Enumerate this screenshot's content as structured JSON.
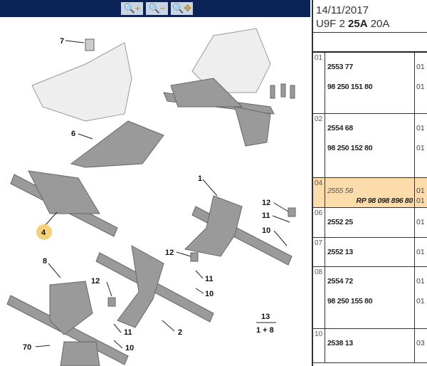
{
  "toolbar": {
    "buttons": [
      {
        "name": "zoom-in",
        "icon": "magnifier-plus-icon"
      },
      {
        "name": "zoom-out",
        "icon": "magnifier-minus-icon"
      },
      {
        "name": "zoom-pan",
        "icon": "magnifier-move-icon"
      }
    ]
  },
  "header": {
    "date": "14/11/2017",
    "model_prefix": "U9F 2 ",
    "model_bold": "25A",
    "model_suffix": " 20A"
  },
  "diagram": {
    "callouts": [
      "7",
      "6",
      "4",
      "1",
      "12",
      "11",
      "10",
      "8",
      "12",
      "11",
      "10",
      "2",
      "12",
      "11",
      "10",
      "70"
    ],
    "note_top": "13",
    "note_bottom": "1 + 8",
    "highlight_color": "#f5d27a"
  },
  "parts": [
    {
      "index": "01",
      "lines": [
        {
          "ref": "2553 77",
          "qty": "01"
        },
        {
          "ref": "98 250 151 80",
          "qty": "01"
        }
      ]
    },
    {
      "index": "02",
      "lines": [
        {
          "ref": "2554 68",
          "qty": "01"
        },
        {
          "ref": "98 250 152 80",
          "qty": "01"
        }
      ]
    },
    {
      "index": "04",
      "highlighted": true,
      "lines": [
        {
          "ref": "2555 58",
          "qty": "01"
        },
        {
          "ref": "RP 98 098 896 80",
          "qty": "01"
        }
      ]
    },
    {
      "index": "06",
      "lines": [
        {
          "ref": "2552 25",
          "qty": "01"
        }
      ]
    },
    {
      "index": "07",
      "lines": [
        {
          "ref": "2552 13",
          "qty": "01"
        }
      ]
    },
    {
      "index": "08",
      "lines": [
        {
          "ref": "2554 72",
          "qty": "01"
        },
        {
          "ref": "98 250 155 80",
          "qty": "01"
        }
      ]
    },
    {
      "index": "10",
      "lines": [
        {
          "ref": "2538 13",
          "qty": "03"
        }
      ]
    }
  ],
  "colors": {
    "toolbar": "#0b2256",
    "highlight_row": "#fbdcaa"
  }
}
